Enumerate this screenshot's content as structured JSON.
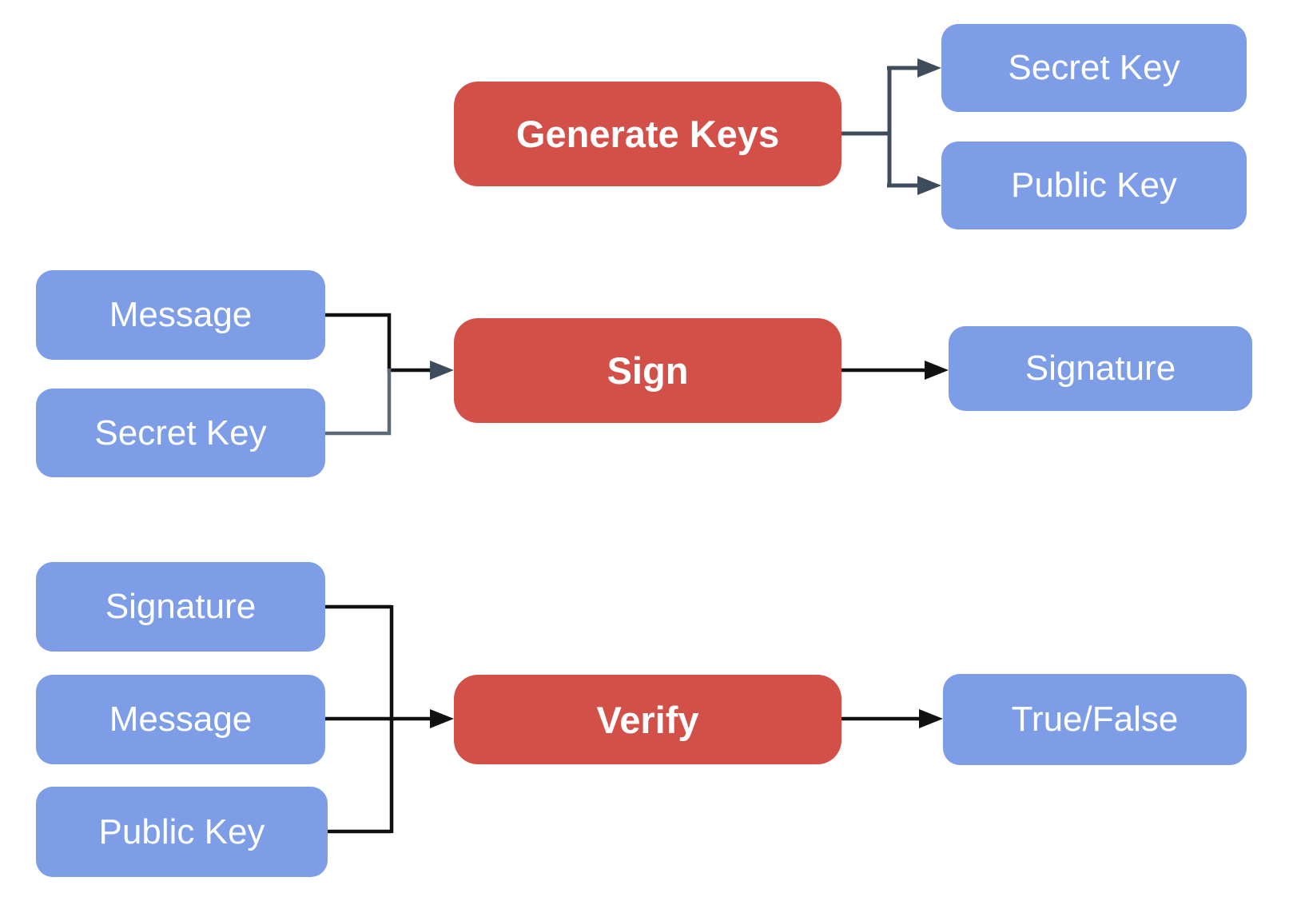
{
  "colors": {
    "process_red": "#D35049",
    "data_blue": "#7D9DE6",
    "label_white": "#FFFFFF",
    "line_black": "#111111",
    "line_slate": "#3E4C5C",
    "line_gray": "#5C6A78"
  },
  "sections": {
    "generate": {
      "process": "Generate Keys",
      "outputs": [
        "Secret Key",
        "Public Key"
      ]
    },
    "sign": {
      "inputs": [
        "Message",
        "Secret Key"
      ],
      "process": "Sign",
      "output": "Signature"
    },
    "verify": {
      "inputs": [
        "Signature",
        "Message",
        "Public Key"
      ],
      "process": "Verify",
      "output": "True/False"
    }
  }
}
